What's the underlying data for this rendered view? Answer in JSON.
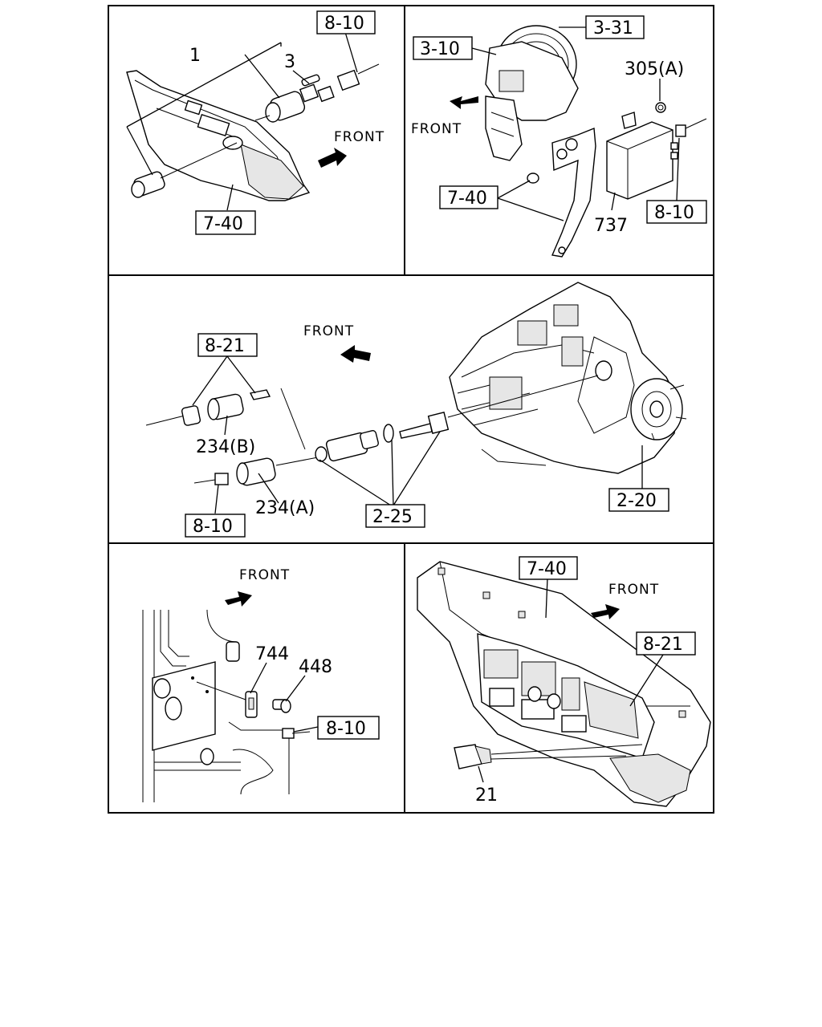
{
  "front_label": "FRONT",
  "panel_tl": {
    "box_8_10": "8-10",
    "box_7_40": "7-40",
    "label_1": "1",
    "label_3": "3"
  },
  "panel_tr": {
    "box_3_31": "3-31",
    "box_3_10": "3-10",
    "box_7_40": "7-40",
    "box_8_10": "8-10",
    "label_305a": "305(A)",
    "label_737": "737"
  },
  "panel_mid": {
    "box_8_21": "8-21",
    "box_2_25": "2-25",
    "box_2_20": "2-20",
    "box_8_10": "8-10",
    "label_234b": "234(B)",
    "label_234a": "234(A)"
  },
  "panel_bl": {
    "box_8_10": "8-10",
    "label_744": "744",
    "label_448": "448"
  },
  "panel_br": {
    "box_7_40": "7-40",
    "box_8_21": "8-21",
    "label_21": "21"
  }
}
